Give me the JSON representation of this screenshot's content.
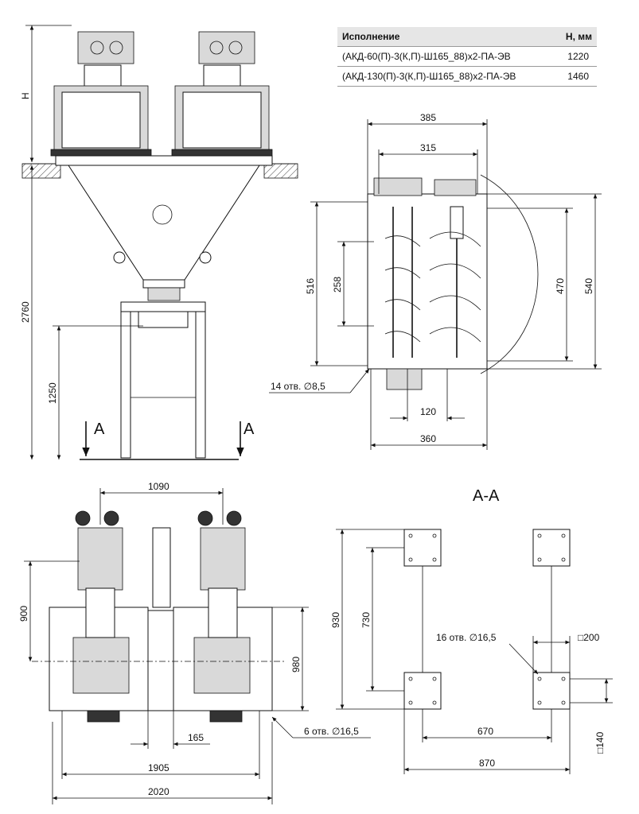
{
  "table": {
    "header": [
      "Исполнение",
      "Н, мм"
    ],
    "rows": [
      [
        "(АКД-60(П)-3(К,П)-Ш165_88)х2-ПА-ЭВ",
        "1220"
      ],
      [
        "(АКД-130(П)-3(К,П)-Ш165_88)х2-ПА-ЭВ",
        "1460"
      ]
    ]
  },
  "front_view": {
    "dim_h": "H",
    "dim_total": "2760",
    "dim_frame": "1250",
    "section_left": "A",
    "section_right": "A"
  },
  "side_view": {
    "dim_outer_top": "385",
    "dim_inner_top": "315",
    "dim_left_outer": "516",
    "dim_left_inner": "258",
    "dim_right_inner": "470",
    "dim_right_outer": "540",
    "dim_bottom_inner": "120",
    "dim_bottom_outer": "360",
    "holes": "14 отв. ∅8,5"
  },
  "top_view": {
    "dim_top": "1090",
    "dim_left": "900",
    "dim_right": "980",
    "dim_small": "165",
    "dim_inner_width": "1905",
    "dim_outer_width": "2020",
    "holes": "6 отв. ∅16,5"
  },
  "section_view": {
    "title": "А-А",
    "dim_left_outer": "930",
    "dim_left_inner": "730",
    "holes": "16 отв. ∅16,5",
    "dim_pad_top": "□200",
    "dim_pad_side": "□140",
    "dim_inner_width": "670",
    "dim_outer_width": "870"
  }
}
